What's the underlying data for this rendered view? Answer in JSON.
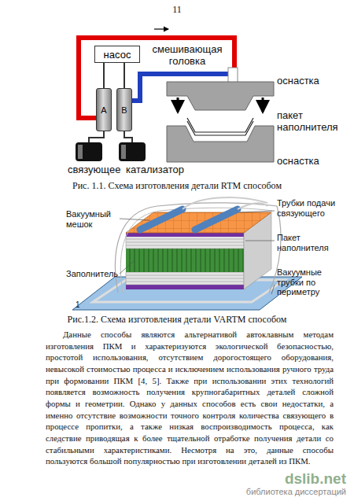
{
  "diagram": {
    "nodes": [
      {
        "text": [
          "насос"
        ]
      },
      {
        "text": [
          "A"
        ]
      },
      {
        "text": [
          "B"
        ]
      }
    ],
    "edges": [
      {
        "from": 0,
        "to": 1,
        "arrow": "none"
      },
      {
        "from": 0,
        "to": 2,
        "arrow": "none"
      }
    ],
    "labels": [
      "11",
      "смешивающая головка",
      "оснастка",
      "пакет наполнителя",
      "оснастка",
      "связующее",
      "катализатор",
      "Рис. 1.1. Схема изготовления детали RTM способом",
      "Вакуумный мешок",
      "Трубки подачи связующего",
      "Пакет наполнителя",
      "Заполнитель",
      "Вакуумные трубки по периметру",
      "1",
      "Рис.1.2. Схема изготовления детали VARTM способом",
      "Данные способы являются альтернативой автоклавным методам изготовления ПКМ и характеризуются экологической безопасностью, простотой использования, отсутствием дорогостоящего оборудования, невысокой стоимостью процесса и исключением использования ручного труда при формовании ПКМ [4, 5]. Также при использовании этих технологий появляется возможность получения крупногабаритных деталей сложной формы и геометрии. Однако у данных способов есть свои недостатки, а именно отсутствие возможности точного контроля количества связующего в процессе пропитки, а также низкая воспроизводимость процесса, как следствие приводящая к более тщательной отработке получения детали со стабильными характеристиками. Несмотря на это, данные способы пользуются большой популярностью при изготовлении деталей из ПКМ.",
      "dslib.net",
      "библиотека диссертаций"
    ]
  }
}
